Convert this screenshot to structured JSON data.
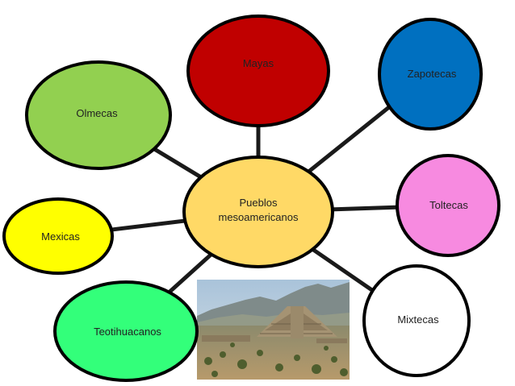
{
  "center": {
    "lines": [
      "Pueblos",
      "mesoamericanos"
    ],
    "color": "#FFD966"
  },
  "nodes": [
    {
      "id": "mayas",
      "label": "Mayas",
      "color": "#C00000"
    },
    {
      "id": "zapotecas",
      "label": "Zapotecas",
      "color": "#0070C0"
    },
    {
      "id": "olmecas",
      "label": "Olmecas",
      "color": "#92D050"
    },
    {
      "id": "toltecas",
      "label": "Toltecas",
      "color": "#F78AE0"
    },
    {
      "id": "mexicas",
      "label": "Mexicas",
      "color": "#FFFF00"
    },
    {
      "id": "mixtecas",
      "label": "Mixtecas",
      "color": "#FFFFFF"
    },
    {
      "id": "teotihuacanos",
      "label": "Teotihuacanos",
      "color": "#33FF7A"
    }
  ],
  "photo": {
    "subject": "teotihuacan-pyramid-photo"
  }
}
